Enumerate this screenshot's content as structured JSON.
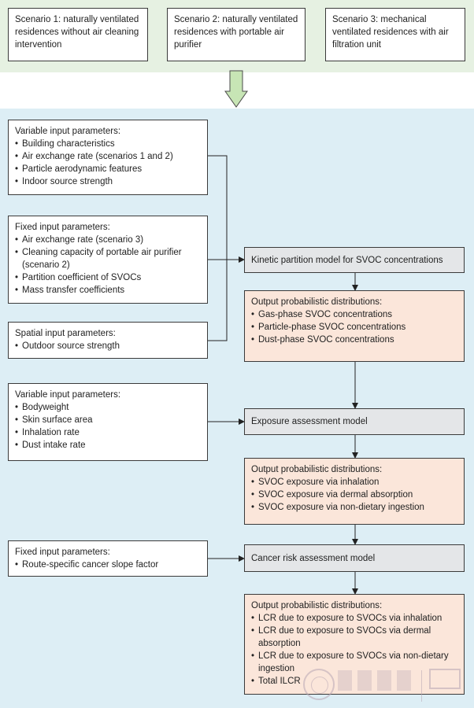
{
  "scenarios": [
    {
      "label": "Scenario 1: naturally ventilated residences without air cleaning intervention"
    },
    {
      "label": "Scenario 2: naturally ventilated residences with portable air purifier"
    },
    {
      "label": "Scenario 3: mechanical ventilated residences with air filtration unit"
    }
  ],
  "inputs": {
    "variable1": {
      "title": "Variable input parameters:",
      "items": [
        "Building characteristics",
        "Air exchange rate (scenarios 1 and 2)",
        "Particle aerodynamic features",
        "Indoor source strength"
      ]
    },
    "fixed1": {
      "title": "Fixed input parameters:",
      "items": [
        "Air exchange rate (scenario 3)",
        "Cleaning capacity of portable air purifier (scenario 2)",
        "Partition coefficient of SVOCs",
        "Mass transfer coefficients"
      ]
    },
    "spatial": {
      "title": "Spatial input parameters:",
      "items": [
        "Outdoor source strength"
      ]
    },
    "variable2": {
      "title": "Variable input parameters:",
      "items": [
        "Bodyweight",
        "Skin surface area",
        "Inhalation rate",
        "Dust intake rate"
      ]
    },
    "fixed2": {
      "title": "Fixed input parameters:",
      "items": [
        "Route-specific cancer slope factor"
      ]
    }
  },
  "models": {
    "kinetic": "Kinetic partition model for SVOC concentrations",
    "exposure": "Exposure assessment model",
    "cancer": "Cancer risk assessment model"
  },
  "outputs": {
    "concentrations": {
      "title": "Output probabilistic distributions:",
      "items": [
        "Gas-phase SVOC concentrations",
        "Particle-phase SVOC concentrations",
        "Dust-phase SVOC concentrations"
      ]
    },
    "exposure": {
      "title": "Output probabilistic distributions:",
      "items": [
        "SVOC exposure via inhalation",
        "SVOC exposure via dermal absorption",
        "SVOC exposure via non-dietary ingestion"
      ]
    },
    "risk": {
      "title": "Output probabilistic distributions:",
      "items": [
        "LCR due to exposure to SVOCs via inhalation",
        "LCR due to exposure to SVOCs via dermal absorption",
        "LCR due to exposure to SVOCs via non-dietary ingestion",
        "Total ILCR"
      ]
    }
  },
  "colors": {
    "top_band": "#e6f1e2",
    "main_band": "#ddeef5",
    "process_box": "#e4e6e8",
    "output_box": "#fbe6da",
    "big_arrow": "#c7e5b5"
  },
  "watermark": {
    "icon": "university-seal-icon"
  }
}
